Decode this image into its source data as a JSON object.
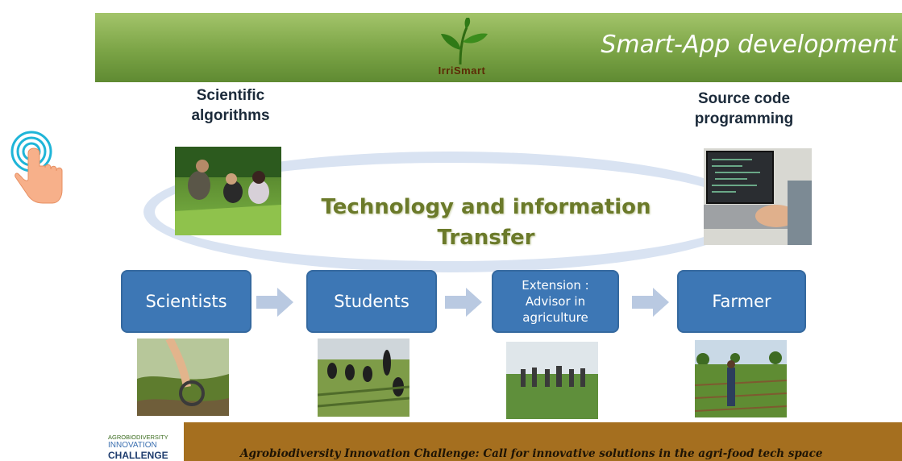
{
  "header": {
    "title": "Smart-App development",
    "logo_text": "IrriSmart"
  },
  "captions": {
    "left": "Scientific\nalgorithms",
    "right": "Source code\nprogramming"
  },
  "headline": {
    "line1": "Technology and information",
    "line2": "Transfer"
  },
  "flow": [
    {
      "label": "Scientists"
    },
    {
      "label": "Students"
    },
    {
      "label": "Extension :\nAdvisor in\nagriculture"
    },
    {
      "label": "Farmer"
    }
  ],
  "footer": {
    "text": "Agrobiodiversity Innovation Challenge: Call for innovative solutions in the agri-food tech space",
    "logo_line1": "AGROBIODIVERSITY",
    "logo_line2": "INNOVATION",
    "logo_line3": "CHALLENGE"
  },
  "colors": {
    "header_green": "#7ba446",
    "box_blue": "#3d77b5",
    "footer_brown": "#a56f1f",
    "cursor_cyan": "#1fb5d8"
  },
  "icons": {
    "cursor": "touch-hand-icon",
    "logo": "sprout-icon",
    "arrow": "arrow-right-icon"
  }
}
